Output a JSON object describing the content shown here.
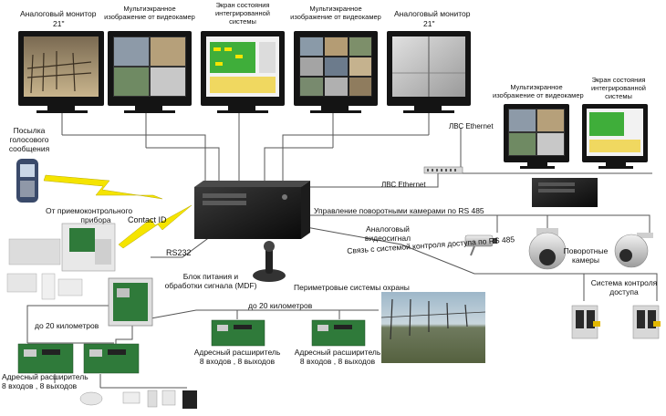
{
  "monitors": {
    "analog_1": {
      "title": "Аналоговый монитор",
      "size": "21\""
    },
    "multi_1": {
      "title": "Мультиэкранное изображение от видеокамер"
    },
    "status_1": {
      "title_line1": "Экран состояния",
      "title_line2": "интегрированной",
      "title_line3": "системы"
    },
    "multi_2": {
      "title": "Мультиэкранное изображение от видеокамер"
    },
    "analog_2": {
      "title": "Аналоговый монитор",
      "size": "21\""
    },
    "multi_3": {
      "title_line1": "Мультиэкранное",
      "title_line2": "изображение от видеокамер"
    },
    "status_2": {
      "title_line1": "Экран состояния",
      "title_line2": "интегрированной",
      "title_line3": "системы"
    }
  },
  "network": {
    "lan_top": "ЛВС Ethernet",
    "lan_bottom": "ЛВС Ethernet"
  },
  "links": {
    "voice_msg_line1": "Посылка",
    "voice_msg_line2": "голосового",
    "voice_msg_line3": "сообщения",
    "contact_id": "Contact ID",
    "rs232": "RS232",
    "ptz_rs485": "Управление поворотными камерами по RS 485",
    "access_rs485": "Связь с системой контроля доступа по RS 485",
    "dist_left": "до 20 километров",
    "dist_center": "до 20 километров"
  },
  "devices": {
    "receiver_line1": "От приемоконтрольного",
    "receiver_line2": "прибора",
    "power_line1": "Блок питания и",
    "power_line2": "обработки сигнала (MDF)",
    "analog_video_line1": "Аналоговый",
    "analog_video_line2": "видеосигнал",
    "ptz_line1": "Поворотные",
    "ptz_line2": "камеры",
    "perimeter": "Периметровые системы охраны",
    "acs_line1": "Система контроля",
    "acs_line2": "доступа",
    "expander_left_line1": "Адресный расширитель",
    "expander_left_line2": "8 входов , 8 выходов",
    "expander_c1_line1": "Адресный расширитель",
    "expander_c1_line2": "8 входов , 8 выходов",
    "expander_c2_line1": "Адресный расширитель",
    "expander_c2_line2": "8 входов , 8 выходов"
  },
  "colors": {
    "monitor_bezel": "#1a1a1a",
    "lightning": "#f5e400",
    "line": "#555555",
    "status_screen": "#3fae3a",
    "pcb": "#2f7a3a"
  }
}
